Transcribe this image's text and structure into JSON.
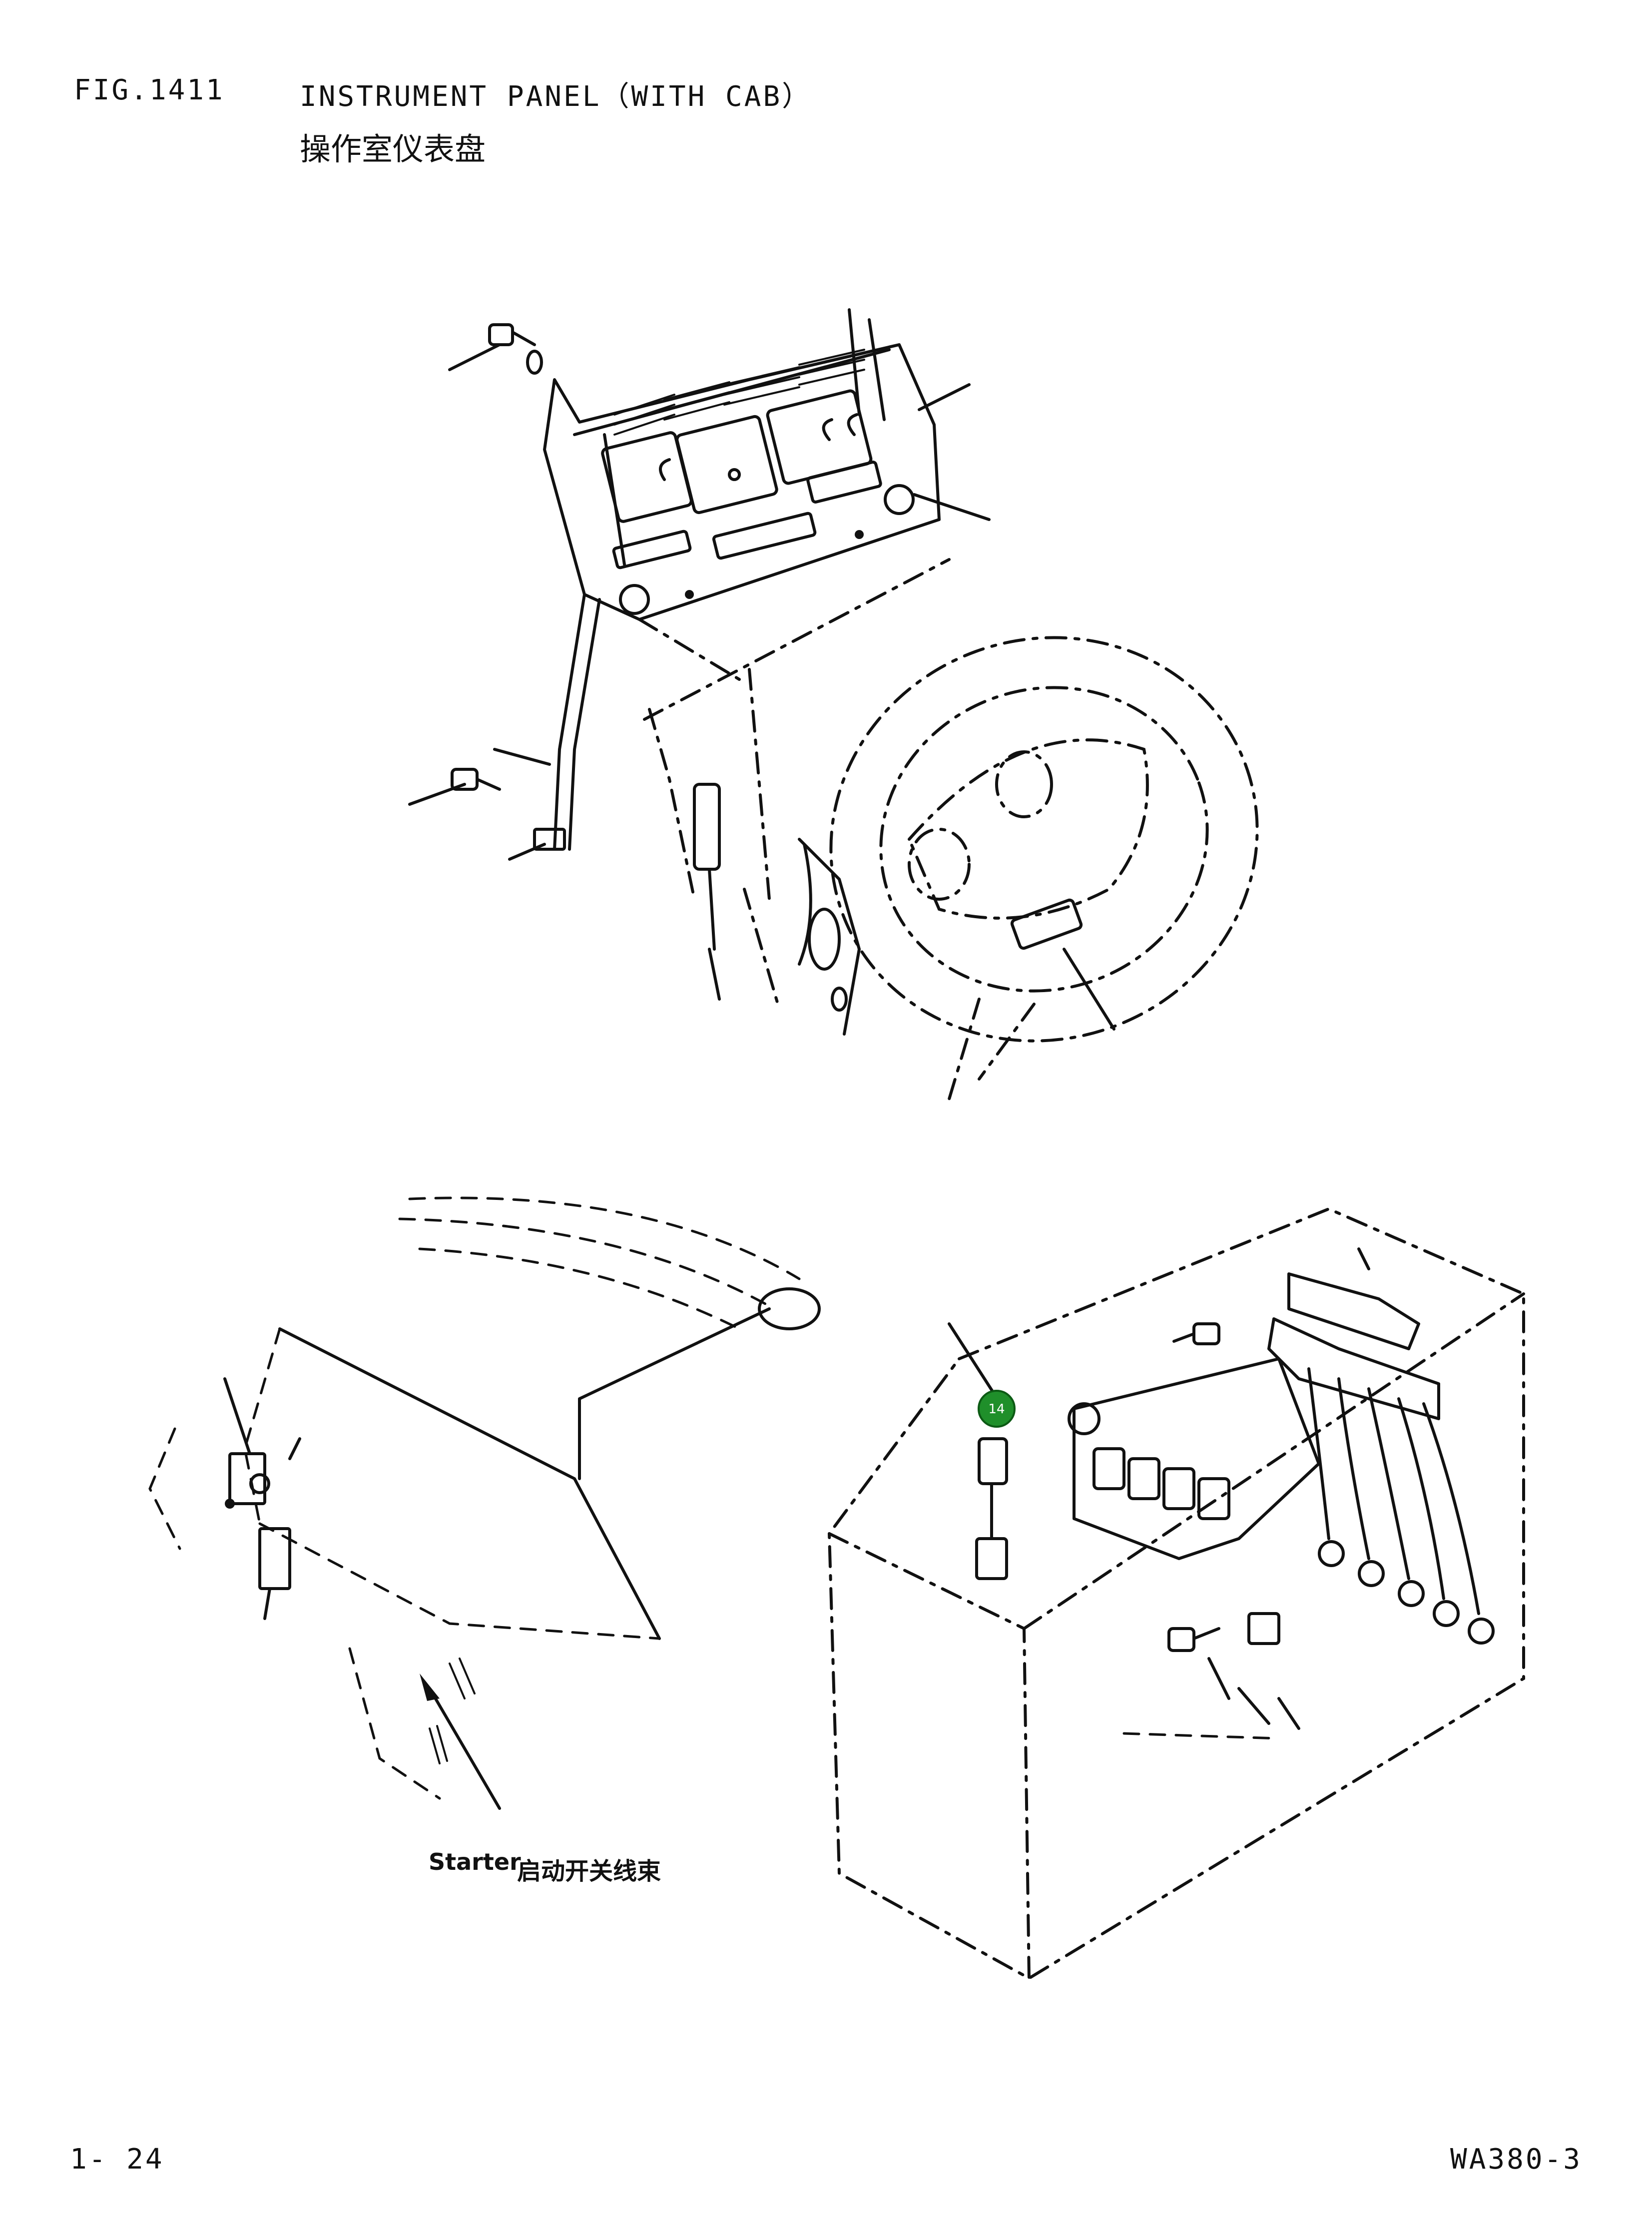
{
  "header": {
    "figure_number": "FIG.1411",
    "title": "INSTRUMENT PANEL（WITH CAB）",
    "title_cn": "操作室仪表盘"
  },
  "labels": {
    "starter": "Starter",
    "starter_cn": "启动开关线束"
  },
  "callouts": [
    {
      "number": "14"
    }
  ],
  "footer": {
    "page": "1- 24",
    "model": "WA380-3"
  },
  "colors": {
    "callout_fill": "#1f8f2a",
    "line": "#111111"
  }
}
